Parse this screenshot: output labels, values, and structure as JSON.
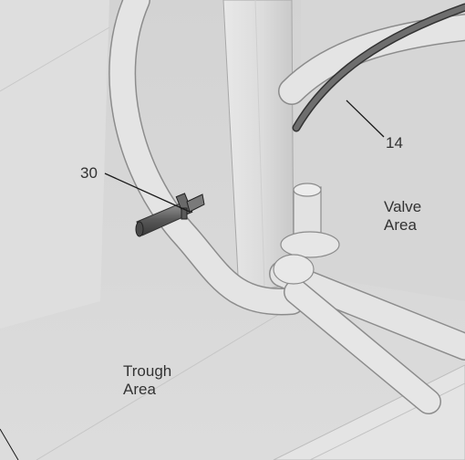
{
  "callouts": {
    "part_30": "30",
    "part_14": "14"
  },
  "regions": {
    "valve_area_line1": "Valve",
    "valve_area_line2": "Area",
    "trough_area_line1": "Trough",
    "trough_area_line2": "Area"
  },
  "colors": {
    "background": "#d9d9d9",
    "panel_light": "#e6e6e6",
    "panel_shadow": "#c4c4c4",
    "tube_fill": "#e2e2e2",
    "tube_edge": "#8c8c8c",
    "hose": "#555555",
    "leader_line": "#1a1a1a",
    "text": "#333333"
  }
}
